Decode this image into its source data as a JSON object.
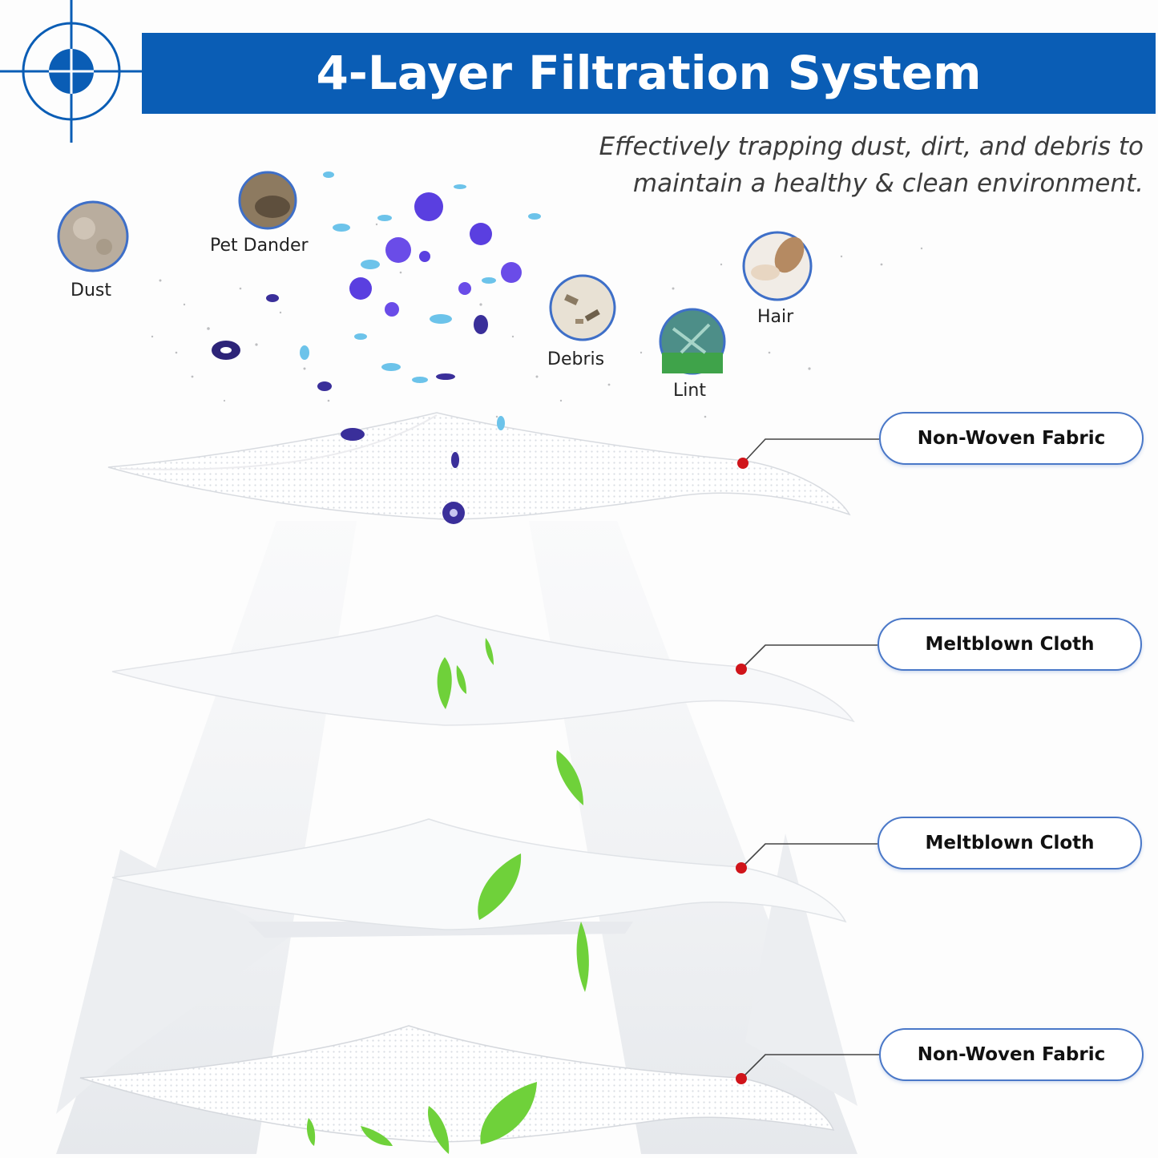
{
  "header": {
    "title": "4-Layer Filtration System",
    "subtitle_line1": "Effectively trapping dust, dirt, and debris to",
    "subtitle_line2": "maintain a healthy & clean environment.",
    "brand_color": "#0a5db5",
    "target_icon": "crosshair-target-icon"
  },
  "particles": [
    {
      "label": "Dust",
      "icon": "dust-particle-icon"
    },
    {
      "label": "Pet Dander",
      "icon": "pet-dander-particle-icon"
    },
    {
      "label": "Debris",
      "icon": "debris-particle-icon"
    },
    {
      "label": "Lint",
      "icon": "lint-particle-icon"
    },
    {
      "label": "Hair",
      "icon": "hair-particle-icon"
    }
  ],
  "layers": [
    {
      "label": "Non-Woven Fabric"
    },
    {
      "label": "Meltblown Cloth"
    },
    {
      "label": "Meltblown Cloth"
    },
    {
      "label": "Non-Woven Fabric"
    }
  ],
  "colors": {
    "pill_border": "#4a78c8",
    "marker_dot": "#d0141a",
    "particle_purple": "#5a3fe0",
    "particle_cyan": "#6cc3ea",
    "leaf_green": "#6fd13a"
  }
}
